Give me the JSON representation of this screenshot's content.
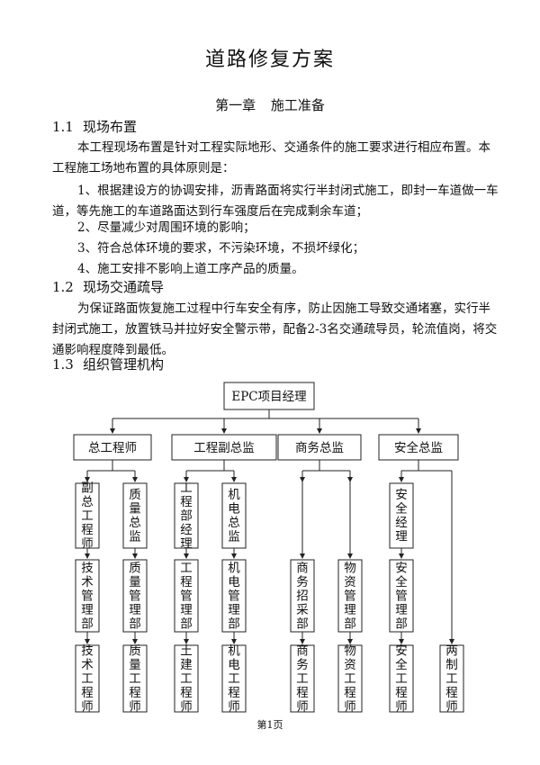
{
  "title": "道路修复方案",
  "chapter": {
    "number": "第一章",
    "name": "施工准备"
  },
  "section_1_1": {
    "number": "1.1",
    "heading": "现场布置",
    "intro": "本工程现场布置是针对工程实际地形、交通条件的施工要求进行相应布置。本工程施工场地布置的具体原则是：",
    "item1": "1、根据建设方的协调安排，沥青路面将实行半封闭式施工，即封一车道做一车道，等先施工的车道路面达到行车强度后在完成剩余车道；",
    "item2": "2、尽量减少对周围环境的影响；",
    "item3": "3、符合总体环境的要求，不污染环境，不损坏绿化；",
    "item4": "4、施工安排不影响上道工序产品的质量。"
  },
  "section_1_2": {
    "number": "1.2",
    "heading": "现场交通疏导",
    "body": "为保证路面恢复施工过程中行车安全有序，防止因施工导致交通堵塞，实行半封闭式施工，放置铁马并拉好安全警示带，配备2-3名交通疏导员，轮流值岗，将交通影响程度降到最低。"
  },
  "section_1_3": {
    "number": "1.3",
    "heading": "组织管理机构"
  },
  "org_chart": {
    "root": "EPC项目经理",
    "level2": [
      "总工程师",
      "工程副总监",
      "商务总监",
      "安全总监"
    ],
    "level3": [
      "副总工程师",
      "质量总监",
      "工程部经理",
      "机电总监",
      "安全经理"
    ],
    "level4": [
      "技术管理部",
      "质量管理部",
      "工程管理部",
      "机电管理部",
      "商务招采部",
      "物资管理部",
      "安全管理部"
    ],
    "level5": [
      "技术工程师",
      "质量工程师",
      "土建工程师",
      "机电工程师",
      "商务工程师",
      "物资工程师",
      "安全工程师",
      "两制工程师"
    ]
  },
  "footer": {
    "page": "第1页"
  }
}
